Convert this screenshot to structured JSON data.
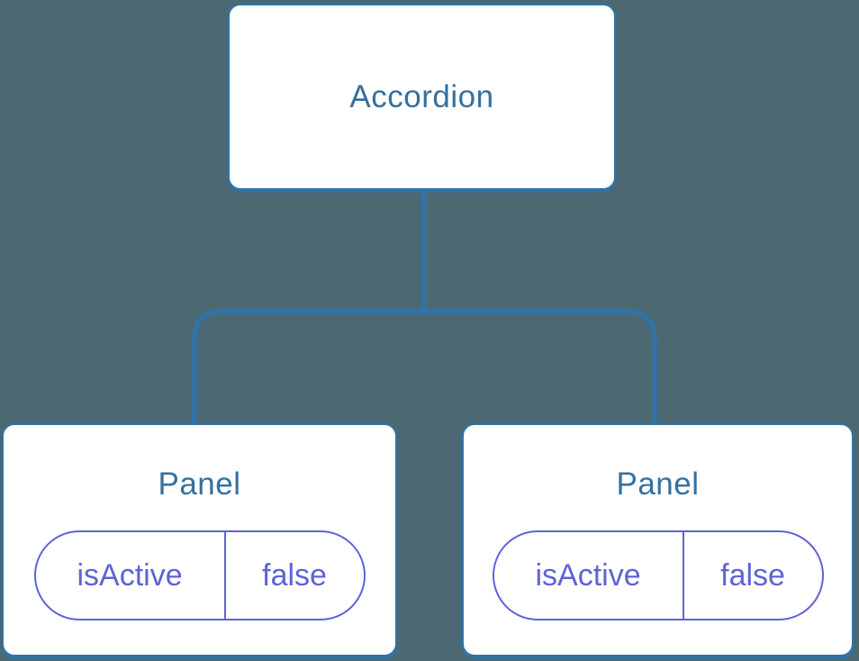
{
  "colors": {
    "bg": "#4C6873",
    "line": "#2F74A8",
    "title": "#35709E",
    "indigo": "#5E63D6",
    "node-bg": "#FFFFFF"
  },
  "tree": {
    "root": {
      "label": "Accordion"
    },
    "panels": [
      {
        "label": "Panel",
        "state": {
          "key": "isActive",
          "value": "false"
        }
      },
      {
        "label": "Panel",
        "state": {
          "key": "isActive",
          "value": "false"
        }
      }
    ]
  }
}
